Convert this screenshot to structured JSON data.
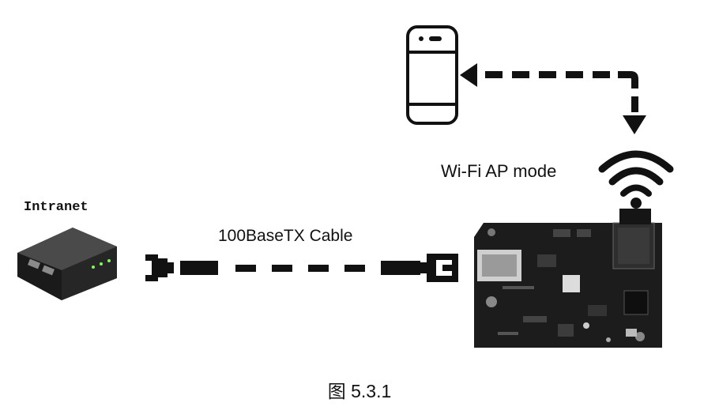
{
  "labels": {
    "intranet": "Intranet",
    "cable": "100BaseTX Cable",
    "wifi_mode": "Wi-Fi AP mode",
    "caption": "图 5.3.1"
  },
  "icons": {
    "router": "router-icon",
    "phone": "smartphone-icon",
    "wifi": "wifi-icon",
    "board": "ethernet-board-icon",
    "connector_left": "rj45-plug-icon",
    "connector_right": "rj45-plug-icon"
  },
  "colors": {
    "ink": "#111111",
    "board_pcb": "#1c1c1c",
    "router_body": "#2a2a2a",
    "port_silver": "#c8c8c8"
  }
}
